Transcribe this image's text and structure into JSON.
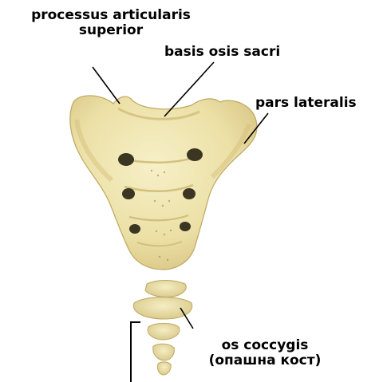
{
  "diagram": {
    "labels": {
      "processus_articularis": [
        "processus articularis",
        "superior"
      ],
      "basis_osis_sacri": "basis osis sacri",
      "pars_lateralis": "pars lateralis",
      "os_coccygis": [
        "os coccygis",
        "(опашна кост)"
      ]
    },
    "colors": {
      "bone_light": "#f3e9b5",
      "bone_mid": "#e6d898",
      "bone_shadow": "#c9b46d",
      "foramen": "#3a3622",
      "text": "#000000"
    }
  }
}
